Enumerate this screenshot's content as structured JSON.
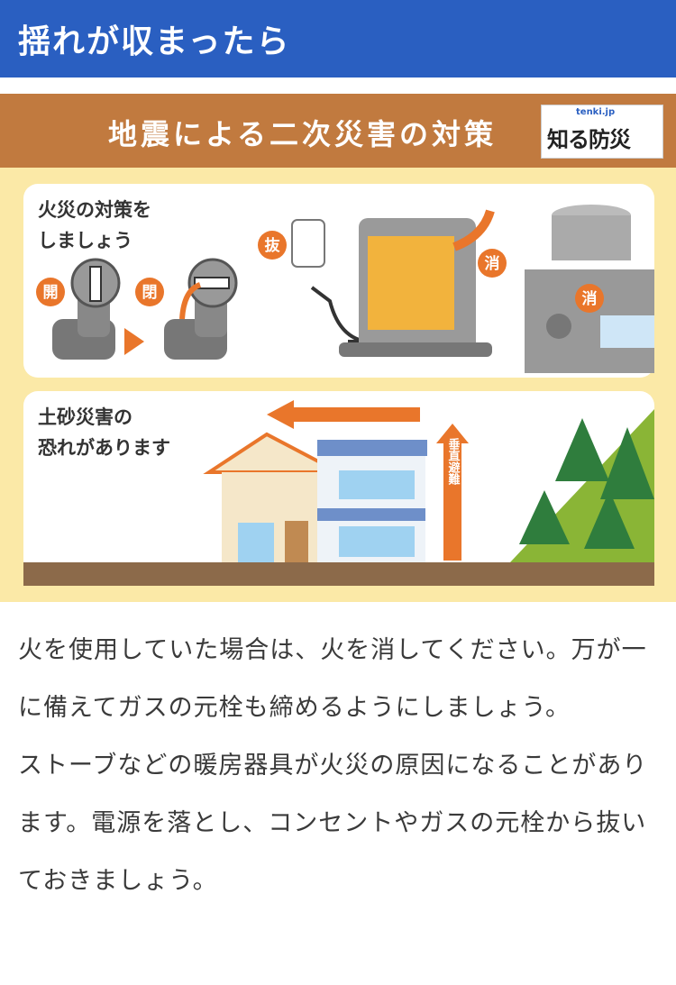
{
  "header": {
    "title": "揺れが収まったら"
  },
  "figure": {
    "banner_title": "地震による二次災害の対策",
    "logo_small": "tenki.jp",
    "logo_main": "知る防災",
    "fire_panel": {
      "heading": "火災の対策を\nしましょう",
      "badge_open": "開",
      "badge_close": "閉",
      "badge_unplug": "抜",
      "badge_off1": "消",
      "badge_off2": "消"
    },
    "landslide_panel": {
      "heading": "土砂災害の\n恐れがあります",
      "vertical_label": "垂直避難"
    }
  },
  "body": {
    "paragraphs": [
      "火を使用していた場合は、火を消してください。万が一に備えてガスの元栓も締めるようにしましょう。",
      "ストーブなどの暖房器具が火災の原因になることがあります。電源を落とし、コンセントやガスの元栓から抜いておきましょう。"
    ]
  }
}
